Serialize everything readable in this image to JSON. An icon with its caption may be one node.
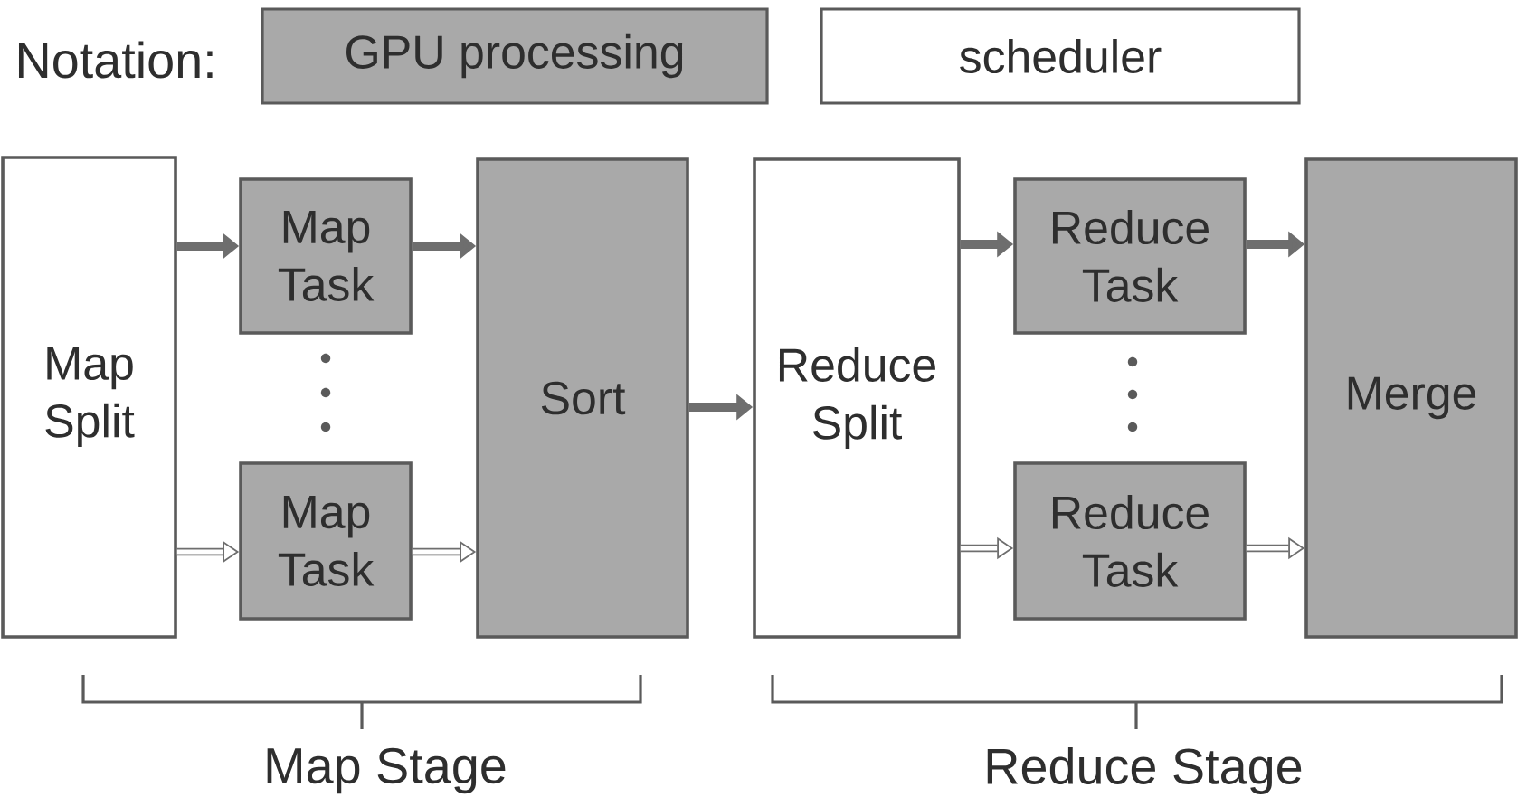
{
  "diagram": {
    "nodes": [
      {
        "text": [
          "Map Split"
        ]
      },
      {
        "text": [
          "Map Task"
        ]
      },
      {
        "text": [
          "Map Task"
        ]
      },
      {
        "text": [
          "Sort"
        ]
      },
      {
        "text": [
          "Reduce Split"
        ]
      },
      {
        "text": [
          "Reduce Task"
        ]
      },
      {
        "text": [
          "Reduce Task"
        ]
      },
      {
        "text": [
          "Merge"
        ]
      }
    ],
    "edges": [
      {
        "from": 0,
        "to": 1,
        "arrow": "to"
      },
      {
        "from": 0,
        "to": 2,
        "arrow": "to"
      },
      {
        "from": 1,
        "to": 3,
        "arrow": "to"
      },
      {
        "from": 2,
        "to": 3,
        "arrow": "to"
      },
      {
        "from": 3,
        "to": 4,
        "arrow": "to"
      },
      {
        "from": 4,
        "to": 5,
        "arrow": "to"
      },
      {
        "from": 4,
        "to": 6,
        "arrow": "to"
      },
      {
        "from": 5,
        "to": 7,
        "arrow": "to"
      },
      {
        "from": 6,
        "to": 7,
        "arrow": "to"
      }
    ],
    "labels": [
      "Notation:",
      "Map Stage",
      "Reduce Stage"
    ],
    "legend": [
      {
        "text": "GPU processing",
        "color": "#a9a9a9"
      },
      {
        "text": "scheduler"
      }
    ]
  }
}
